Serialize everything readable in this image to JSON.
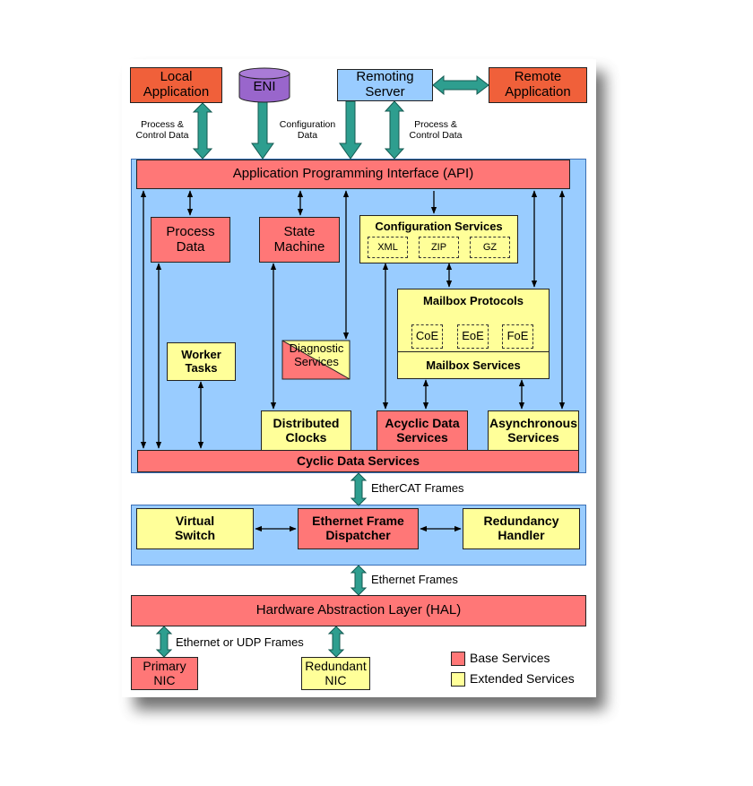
{
  "top": {
    "local_app": [
      "Local",
      "Application"
    ],
    "eni": "ENI",
    "remoting_server": [
      "Remoting",
      "Server"
    ],
    "remote_app": [
      "Remote",
      "Application"
    ],
    "label_pcd_left": [
      "Process &",
      "Control Data"
    ],
    "label_config": [
      "Configuration",
      "Data"
    ],
    "label_pcd_right": [
      "Process &",
      "Control Data"
    ]
  },
  "api": "Application Programming Interface (API)",
  "process_data": [
    "Process",
    "Data"
  ],
  "state_machine": [
    "State",
    "Machine"
  ],
  "config_services": {
    "title": "Configuration Services",
    "items": [
      "XML",
      "ZIP",
      "GZ"
    ]
  },
  "mailbox": {
    "title": "Mailbox Protocols",
    "items": [
      "CoE",
      "EoE",
      "FoE"
    ],
    "services": "Mailbox Services"
  },
  "worker_tasks": [
    "Worker",
    "Tasks"
  ],
  "diagnostic": [
    "Diagnostic",
    "Services"
  ],
  "distributed_clocks": [
    "Distributed",
    "Clocks"
  ],
  "acyclic": [
    "Acyclic Data",
    "Services"
  ],
  "asynchronous": [
    "Asynchronous",
    "Services"
  ],
  "cyclic": "Cyclic Data Services",
  "ethercat_frames": "EtherCAT Frames",
  "virtual_switch": [
    "Virtual",
    "Switch"
  ],
  "ethernet_dispatcher": [
    "Ethernet Frame",
    "Dispatcher"
  ],
  "redundancy": [
    "Redundancy",
    "Handler"
  ],
  "ethernet_frames": "Ethernet Frames",
  "hal": "Hardware Abstraction Layer (HAL)",
  "eth_udp_frames": "Ethernet or UDP Frames",
  "primary_nic": [
    "Primary",
    "NIC"
  ],
  "redundant_nic": [
    "Redundant",
    "NIC"
  ],
  "legend": {
    "base": "Base Services",
    "extended": "Extended Services"
  },
  "colors": {
    "base": "#ff7777",
    "extended": "#ffff99",
    "panel": "#99ccff",
    "arrow_teal": "#2e9e8f"
  }
}
